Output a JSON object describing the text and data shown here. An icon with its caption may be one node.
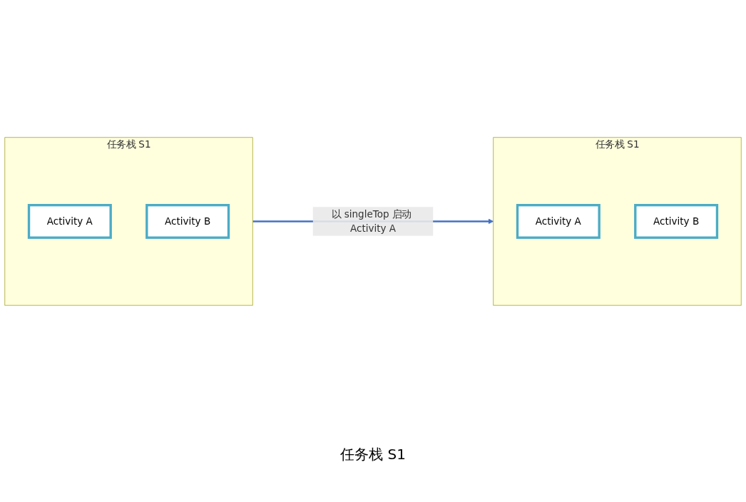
{
  "diagram": {
    "nodes": [
      {
        "text": [
          "任务栈 S1"
        ]
      },
      {
        "text": [
          "Activity A"
        ],
        "in": 0
      },
      {
        "text": [
          "Activity B"
        ],
        "in": 0
      },
      {
        "text": [
          "任务栈 S1"
        ]
      },
      {
        "text": [
          "Activity A"
        ],
        "in": 3
      },
      {
        "text": [
          "Activity B"
        ],
        "in": 3
      }
    ],
    "edges": [
      {
        "from": 0,
        "to": 3,
        "arrow": "to",
        "label": "以 singleTop 启动 Activity A"
      }
    ],
    "labels": [
      "任务栈 S1"
    ]
  }
}
